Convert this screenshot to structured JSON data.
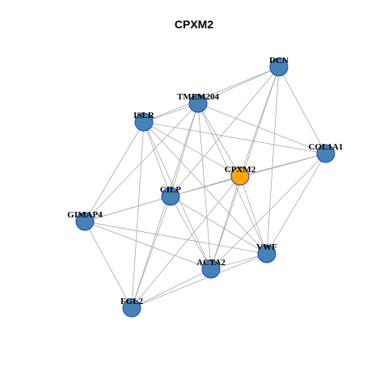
{
  "title": "CPXM2",
  "colors": {
    "focus_node": "#FFA500",
    "node": "#4682B4",
    "node_border": "#1F3FBF",
    "edge": "#A9A9A9"
  },
  "nodes": [
    {
      "id": "CPXM2",
      "label": "CPXM2",
      "focus": true
    },
    {
      "id": "DCN",
      "label": "DCN"
    },
    {
      "id": "TMEM204",
      "label": "TMEM204"
    },
    {
      "id": "ISLR",
      "label": "ISLR"
    },
    {
      "id": "COL1A1",
      "label": "COL1A1"
    },
    {
      "id": "CILP",
      "label": "CILP"
    },
    {
      "id": "GIMAP4",
      "label": "GIMAP4"
    },
    {
      "id": "VWF",
      "label": "VWF"
    },
    {
      "id": "ACTA2",
      "label": "ACTA2"
    },
    {
      "id": "FGL2",
      "label": "FGL2"
    }
  ],
  "edges": [
    [
      "DCN",
      "TMEM204"
    ],
    [
      "DCN",
      "ISLR"
    ],
    [
      "DCN",
      "COL1A1"
    ],
    [
      "DCN",
      "CPXM2"
    ],
    [
      "DCN",
      "CILP"
    ],
    [
      "DCN",
      "VWF"
    ],
    [
      "DCN",
      "ACTA2"
    ],
    [
      "TMEM204",
      "ISLR"
    ],
    [
      "TMEM204",
      "CPXM2"
    ],
    [
      "TMEM204",
      "COL1A1"
    ],
    [
      "TMEM204",
      "CILP"
    ],
    [
      "TMEM204",
      "GIMAP4"
    ],
    [
      "TMEM204",
      "ACTA2"
    ],
    [
      "TMEM204",
      "VWF"
    ],
    [
      "TMEM204",
      "FGL2"
    ],
    [
      "ISLR",
      "CPXM2"
    ],
    [
      "ISLR",
      "COL1A1"
    ],
    [
      "ISLR",
      "CILP"
    ],
    [
      "ISLR",
      "GIMAP4"
    ],
    [
      "ISLR",
      "ACTA2"
    ],
    [
      "ISLR",
      "VWF"
    ],
    [
      "ISLR",
      "FGL2"
    ],
    [
      "COL1A1",
      "CPXM2"
    ],
    [
      "COL1A1",
      "CILP"
    ],
    [
      "COL1A1",
      "VWF"
    ],
    [
      "COL1A1",
      "ACTA2"
    ],
    [
      "CPXM2",
      "CILP"
    ],
    [
      "CPXM2",
      "VWF"
    ],
    [
      "CPXM2",
      "ACTA2"
    ],
    [
      "CPXM2",
      "FGL2"
    ],
    [
      "CPXM2",
      "GIMAP4"
    ],
    [
      "CILP",
      "GIMAP4"
    ],
    [
      "CILP",
      "ACTA2"
    ],
    [
      "CILP",
      "VWF"
    ],
    [
      "CILP",
      "FGL2"
    ],
    [
      "GIMAP4",
      "ACTA2"
    ],
    [
      "GIMAP4",
      "VWF"
    ],
    [
      "GIMAP4",
      "FGL2"
    ],
    [
      "VWF",
      "ACTA2"
    ],
    [
      "VWF",
      "FGL2"
    ],
    [
      "ACTA2",
      "FGL2"
    ]
  ]
}
